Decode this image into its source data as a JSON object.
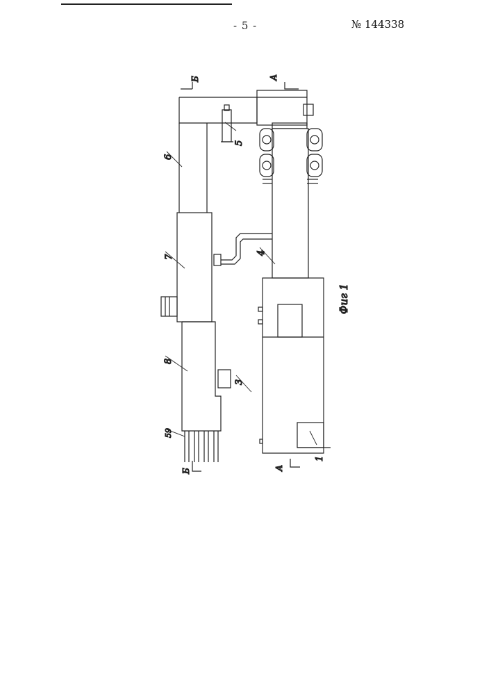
{
  "header": {
    "page_number": "- 5 -",
    "patent_number": "№ 144338"
  },
  "figure": {
    "caption": "Фиг 1",
    "section_labels": {
      "a_top": "А",
      "a_bottom": "А",
      "b_top": "Б",
      "b_bottom": "Б"
    },
    "part_labels": {
      "p1": "1",
      "p3": "3",
      "p4": "4",
      "p5": "5",
      "p6": "6",
      "p7": "7",
      "p8": "8",
      "p59": "59"
    }
  },
  "colors": {
    "ink": "#222222",
    "paper": "#ffffff"
  }
}
